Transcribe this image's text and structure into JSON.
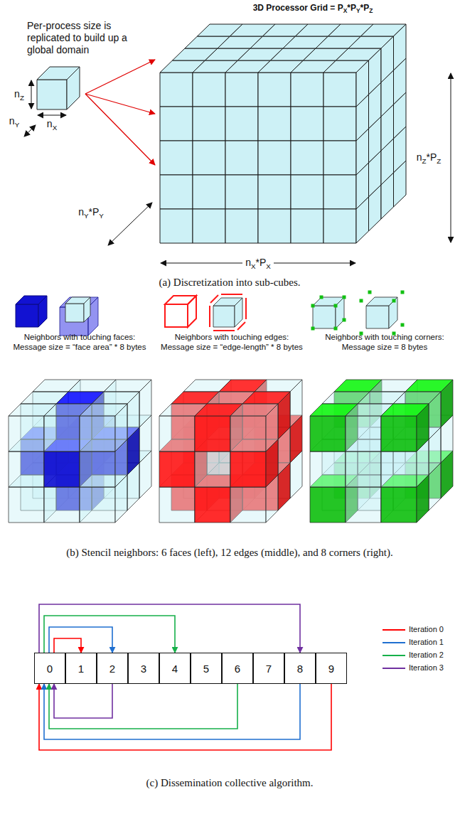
{
  "diagram": {
    "nodes": [
      {
        "text": [
          "0"
        ]
      },
      {
        "text": [
          "1"
        ]
      },
      {
        "text": [
          "2"
        ]
      },
      {
        "text": [
          "3"
        ]
      },
      {
        "text": [
          "4"
        ]
      },
      {
        "text": [
          "5"
        ]
      },
      {
        "text": [
          "6"
        ]
      },
      {
        "text": [
          "7"
        ]
      },
      {
        "text": [
          "8"
        ]
      },
      {
        "text": [
          "9"
        ]
      }
    ],
    "edges": [
      {
        "from": 0,
        "to": 1,
        "arrow": "to"
      },
      {
        "from": 0,
        "to": 2,
        "arrow": "to"
      },
      {
        "from": 0,
        "to": 4,
        "arrow": "to"
      },
      {
        "from": 0,
        "to": 8,
        "arrow": "to"
      },
      {
        "from": 9,
        "to": 0,
        "arrow": "to"
      },
      {
        "from": 8,
        "to": 0,
        "arrow": "to"
      },
      {
        "from": 6,
        "to": 0,
        "arrow": "to"
      },
      {
        "from": 2,
        "to": 0,
        "arrow": "to"
      }
    ],
    "labels": [
      "3D Processor Grid = PX*PY*PZ",
      "Per-process size is replicated to build up a global domain",
      "nZ",
      "nY",
      "nX",
      "nZ*PZ",
      "nY*PY",
      "nX*PX",
      "(a) Discretization into sub-cubes.",
      "Neighbors with touching faces: Message size = “face area” * 8 bytes",
      "Neighbors with touching edges: Message size = “edge-length” * 8 bytes",
      "Neighbors with touching corners: Message size = 8 bytes",
      "(b) Stencil neighbors: 6 faces (left), 12 edges (middle), and 8 corners (right).",
      "(c) Dissemination collective algorithm."
    ],
    "legend": [
      {
        "text": "Iteration 0"
      },
      {
        "text": "Iteration 1"
      },
      {
        "text": "Iteration 2"
      },
      {
        "text": "Iteration 3"
      }
    ]
  }
}
